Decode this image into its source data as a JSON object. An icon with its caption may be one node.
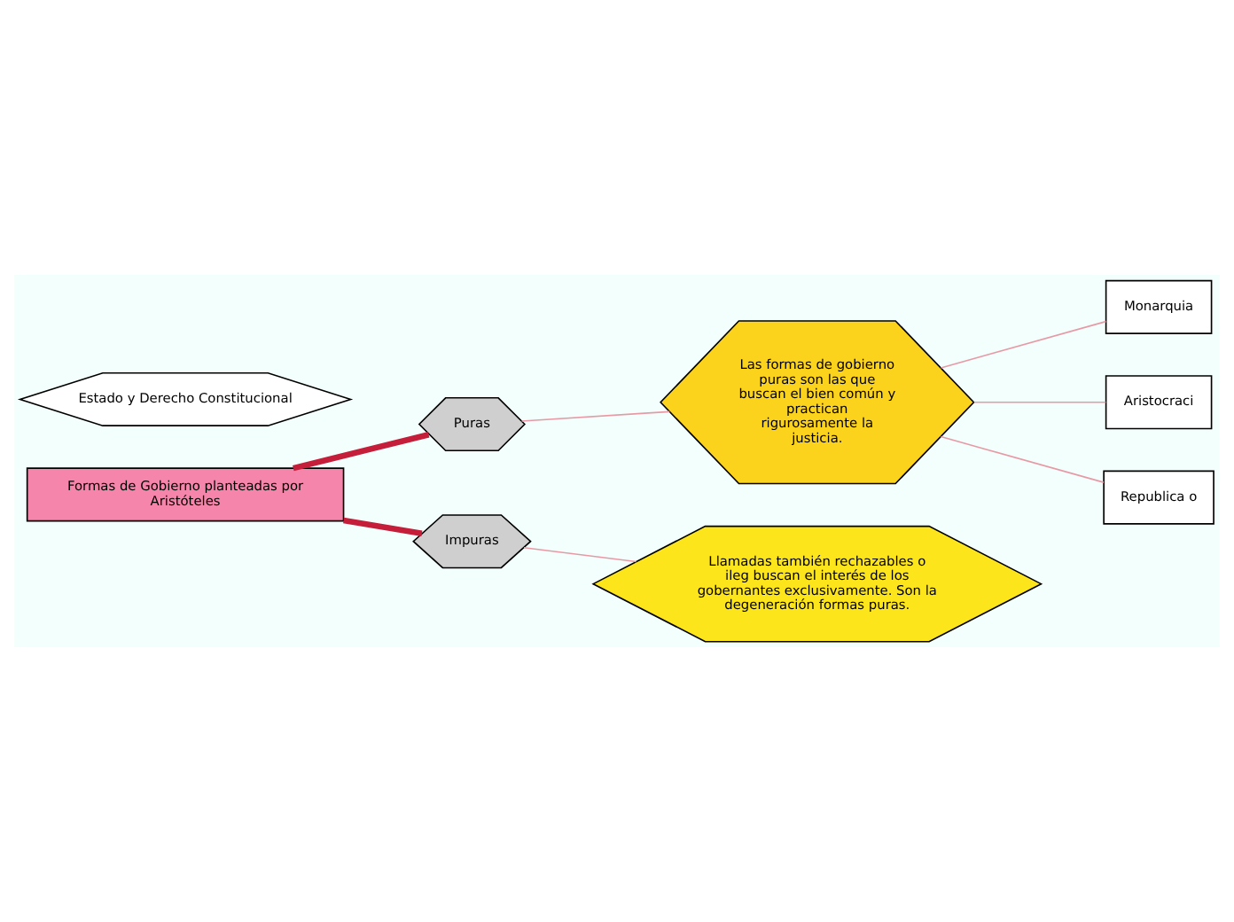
{
  "diagram": {
    "nodes": [
      {
        "text": [
          "Formas de Gobierno planteadas por Aristóteles"
        ]
      },
      {
        "text": [
          "Puras"
        ]
      },
      {
        "text": [
          "Las formas de gobierno puras son las que buscan el bien común y practican rigurosamente la justicia."
        ]
      },
      {
        "text": [
          "Monarquia"
        ]
      },
      {
        "text": [
          "Aristocraci"
        ]
      },
      {
        "text": [
          "Republica o"
        ]
      },
      {
        "text": [
          "Impuras"
        ]
      },
      {
        "text": [
          "Llamadas también rechazables o ileg buscan el interés de los gobernantes exclusivamente. Son la degeneración formas puras."
        ]
      },
      {
        "text": [
          "Estado y Derecho Constitucional"
        ]
      }
    ],
    "edges": [
      {
        "from": 0,
        "to": 1,
        "arrow": "none",
        "style": "thick",
        "color": "#c41e3a"
      },
      {
        "from": 1,
        "to": 2,
        "arrow": "none"
      },
      {
        "from": 2,
        "to": 3,
        "arrow": "none"
      },
      {
        "from": 2,
        "to": 4,
        "arrow": "none"
      },
      {
        "from": 2,
        "to": 5,
        "arrow": "none"
      },
      {
        "from": 0,
        "to": 6,
        "arrow": "none",
        "style": "thick",
        "color": "#c41e3a"
      },
      {
        "from": 6,
        "to": 7,
        "arrow": "none"
      }
    ]
  }
}
